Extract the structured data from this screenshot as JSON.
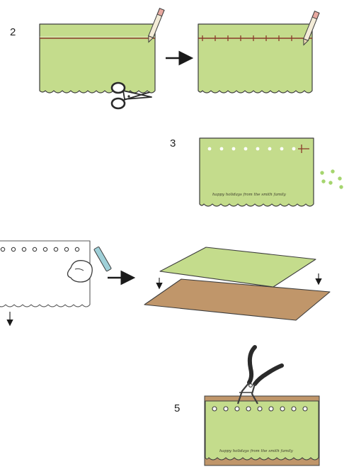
{
  "steps": {
    "step_2": {
      "number": "2"
    },
    "step_3": {
      "number": "3"
    },
    "step_5": {
      "number": "5"
    }
  },
  "card_text": {
    "step_3_caption": "happy holidays from the smith family",
    "step_5_caption": "happy holidays from the smith family"
  },
  "colors": {
    "card_green": "#c4dc8c",
    "cardboard_brown": "#c0966a",
    "outline": "#3d3d3d",
    "stitch_red": "#8a3b2a",
    "hole_white": "#ffffff",
    "pencil_blue": "#9fd0d8",
    "confetti_green": "#a5d56e",
    "pliers_black": "#2a2a2a"
  },
  "icons": {
    "scissors": "scissors-icon",
    "pencil": "pencil-icon",
    "chalk": "chalk-icon",
    "hand": "hand-icon",
    "pliers": "pliers-icon",
    "arrow": "right-arrow-icon"
  }
}
